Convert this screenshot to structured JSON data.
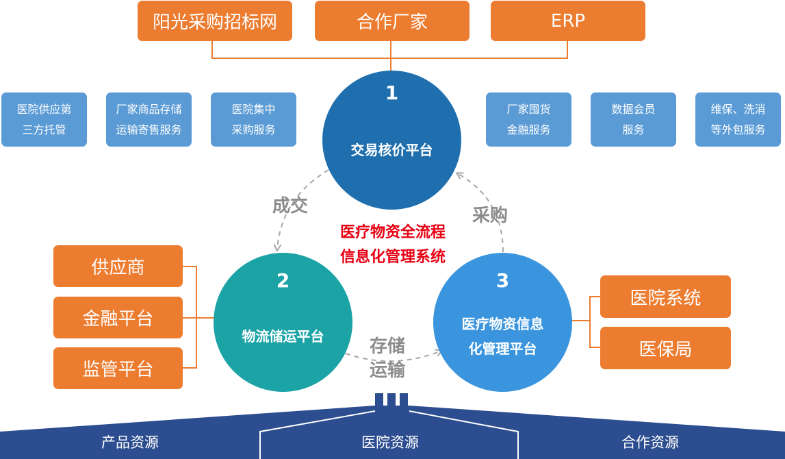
{
  "top_boxes": [
    "阳光采购招标网",
    "合作厂家",
    "ERP"
  ],
  "services_left": [
    "医院供应第\n三方托管",
    "厂家商品存储\n运输寄售服务",
    "医院集中\n采购服务"
  ],
  "services_right": [
    "厂家囤货\n金融服务",
    "数据会员\n服务",
    "维保、洗消\n等外包服务"
  ],
  "platforms": {
    "p1": {
      "number": "1",
      "name": "交易核价平台",
      "color": "#1f6fae"
    },
    "p2": {
      "number": "2",
      "name": "物流储运平台",
      "color": "#1ba3a6"
    },
    "p3": {
      "number": "3",
      "name": "医疗物资信息\n化管理平台",
      "color": "#3a95de"
    }
  },
  "flows": {
    "cheng_jiao": "成交",
    "cai_gou": "采购",
    "cun_chu": "存储\n运输"
  },
  "center_title": "医疗物资全流程\n信息化管理系统",
  "left_boxes": [
    "供应商",
    "金融平台",
    "监管平台"
  ],
  "right_boxes": [
    "医院系统",
    "医保局"
  ],
  "bottom": [
    "产品资源",
    "医院资源",
    "合作资源"
  ],
  "colors": {
    "orange": "#ec7c30",
    "light_blue": "#5b9bd5",
    "navy": "#2c4d8f",
    "red_text": "#e60012",
    "gray_text": "#8c8c8c"
  }
}
